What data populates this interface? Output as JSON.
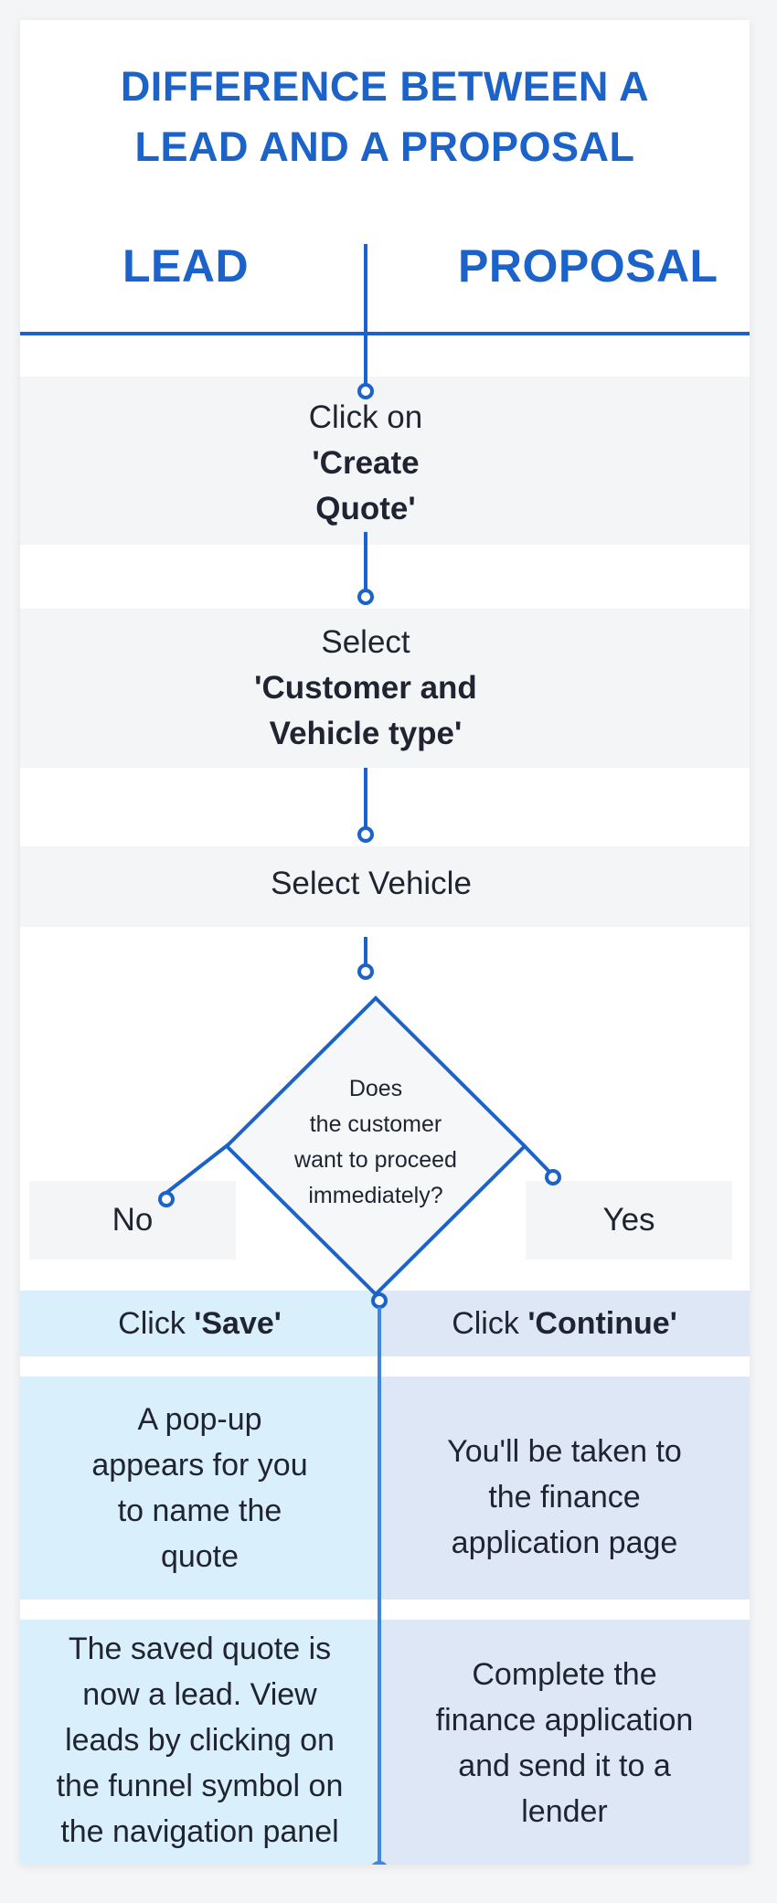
{
  "title_line1": "DIFFERENCE BETWEEN A",
  "title_line2": "LEAD AND A PROPOSAL",
  "col_lead": "LEAD",
  "col_proposal": "PROPOSAL",
  "step1": {
    "line1": "Click on",
    "line2": "'Create",
    "line3": "Quote'"
  },
  "step2": {
    "line1": "Select",
    "line2": "'Customer and",
    "line3": "Vehicle type'"
  },
  "step3": {
    "line1": "Select Vehicle"
  },
  "decision": {
    "line1": "Does",
    "line2": "the customer",
    "line3": "want to proceed",
    "line4": "immediately?"
  },
  "branch_no": "No",
  "branch_yes": "Yes",
  "lead": {
    "row1_prefix": "Click ",
    "row1_bold": "'Save'",
    "row2": [
      "A pop-up",
      "appears for you",
      "to name the",
      "quote"
    ],
    "row3": [
      "The saved quote is",
      "now a lead. View",
      "leads by clicking on",
      "the funnel symbol on",
      "the navigation panel"
    ]
  },
  "proposal": {
    "row1_prefix": "Click ",
    "row1_bold": "'Continue'",
    "row2": [
      "You'll be taken to",
      "the finance",
      "application page"
    ],
    "row3": [
      "Complete the",
      "finance application",
      "and send it to a",
      "lender"
    ]
  },
  "colors": {
    "accent": "#1b63c9",
    "band": "#f4f5f7",
    "lead_cell": "#d9effb",
    "proposal_cell": "#dde7f6"
  }
}
